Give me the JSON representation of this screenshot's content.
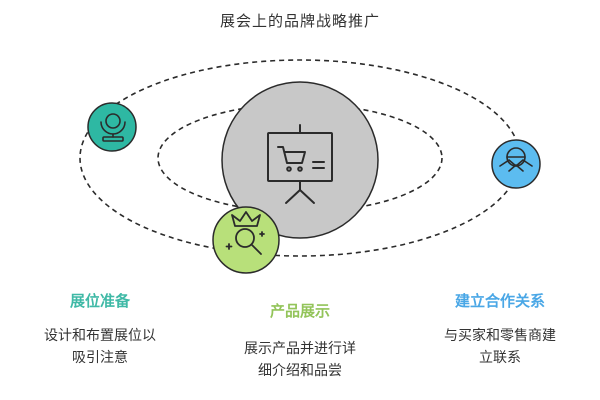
{
  "title": "展会上的品牌战略推广",
  "colors": {
    "teal": "#2eb8a3",
    "green": "#b8e07a",
    "blue": "#5cbcf0",
    "center_fill": "#c8c8c8",
    "outline": "#2b2b2b",
    "teal_text": "#3fb9a6",
    "green_text": "#93c45a",
    "blue_text": "#4aa7e6"
  },
  "nodes": {
    "booth": {
      "icon": "globe-stand-icon"
    },
    "product": {
      "icon": "crown-magnifier-icon"
    },
    "partner": {
      "icon": "handshake-globe-icon"
    },
    "center": {
      "icon": "presentation-cart-icon"
    }
  },
  "steps": [
    {
      "heading": "展位准备",
      "desc_lines": [
        "设计和布置展位以",
        "吸引注意"
      ]
    },
    {
      "heading": "产品展示",
      "desc_lines": [
        "展示产品并进行详",
        "细介绍和品尝"
      ]
    },
    {
      "heading": "建立合作关系",
      "desc_lines": [
        "与买家和零售商建",
        "立联系"
      ]
    }
  ]
}
